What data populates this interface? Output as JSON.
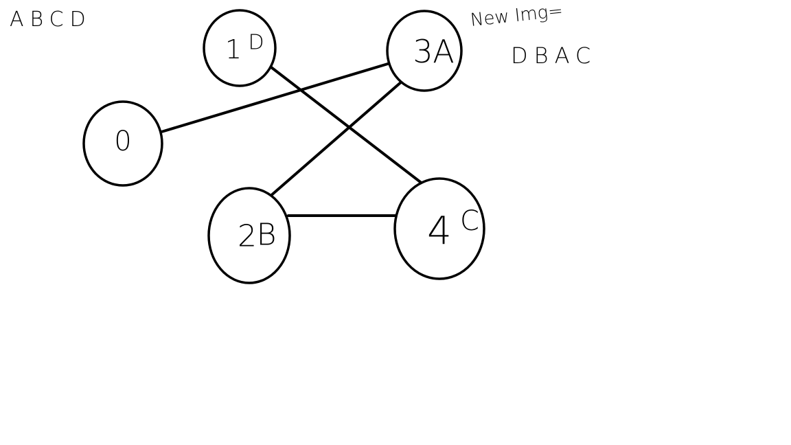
{
  "colors": {
    "ink": "#000000",
    "paper": "#ffffff"
  },
  "notes": {
    "original_order": "ABCD",
    "new_img_label": "New Img=",
    "new_order": "DBAC"
  },
  "nodes": [
    {
      "id": "n0",
      "index": "0",
      "letter": ""
    },
    {
      "id": "n1",
      "index": "1",
      "letter": "D"
    },
    {
      "id": "n2",
      "index": "2",
      "letter": "B"
    },
    {
      "id": "n3",
      "index": "3",
      "letter": "A"
    },
    {
      "id": "n4",
      "index": "4",
      "letter": "C"
    }
  ],
  "edges": [
    {
      "from": "n0",
      "to": "n3"
    },
    {
      "from": "n1",
      "to": "n4"
    },
    {
      "from": "n3",
      "to": "n2"
    },
    {
      "from": "n2",
      "to": "n4"
    }
  ]
}
